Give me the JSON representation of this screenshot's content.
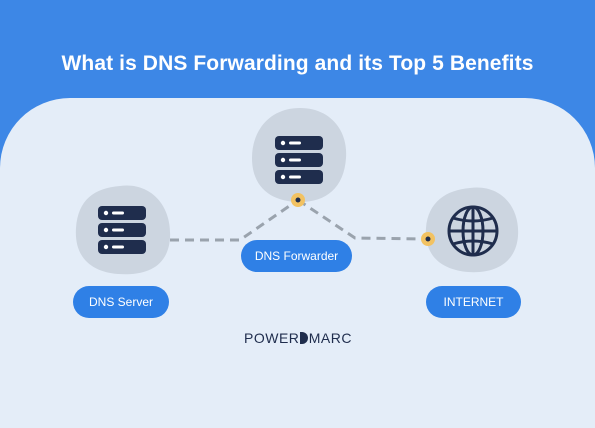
{
  "title": "What is DNS Forwarding and its Top 5 Benefits",
  "nodes": {
    "dns_server": "DNS Server",
    "dns_forwarder": "DNS Forwarder",
    "internet": "INTERNET"
  },
  "logo": {
    "left": "POWER",
    "right": "MARC"
  },
  "icons": {
    "server_left": "server-stack-icon",
    "server_center": "server-stack-icon",
    "internet": "globe-icon"
  },
  "colors": {
    "header_bg": "#3d87e6",
    "panel_bg": "#e4edf8",
    "blob": "#ccd5e0",
    "icon_navy": "#1f2d4d",
    "pill_blue": "#2f80e6",
    "connector_dot": "#f2c262",
    "dash": "#9aa3ad"
  }
}
